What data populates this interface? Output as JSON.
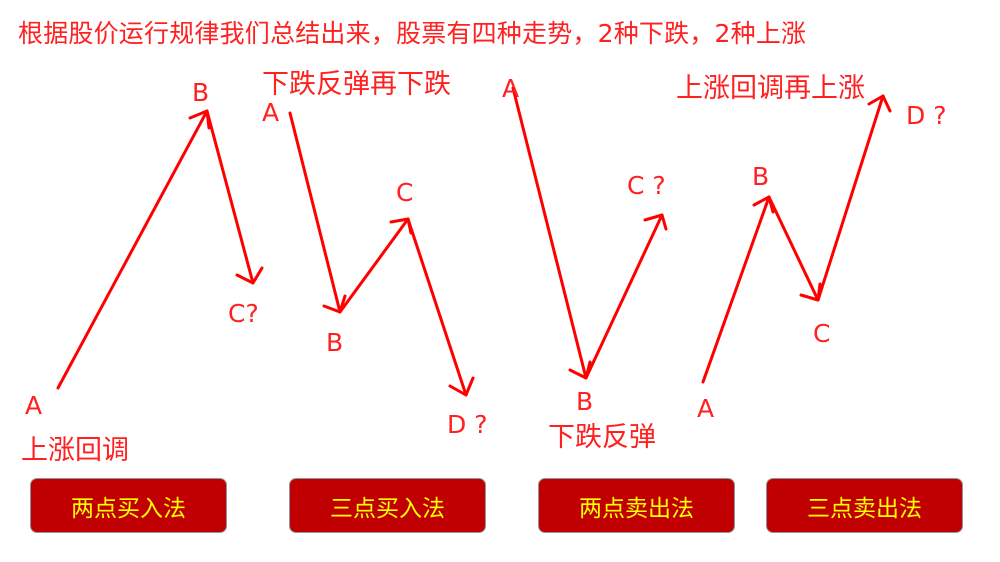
{
  "header": {
    "title": "根据股价运行规律我们总结出来，股票有四种走势，2种下跌，2种上涨"
  },
  "colors": {
    "text_red": "#ff2020",
    "stroke_red": "#ff0000",
    "button_fill": "#c00000",
    "button_text": "#ffff00"
  },
  "patterns": [
    {
      "id": "rise-pullback",
      "caption": "上涨回调",
      "points": [
        {
          "label": "A"
        },
        {
          "label": "B"
        },
        {
          "label": "C?"
        }
      ]
    },
    {
      "id": "fall-rebound-fall",
      "caption": "下跌反弹再下跌",
      "points": [
        {
          "label": "A"
        },
        {
          "label": "B"
        },
        {
          "label": "C"
        },
        {
          "label": "D ?"
        }
      ]
    },
    {
      "id": "fall-rebound",
      "caption": "下跌反弹",
      "points": [
        {
          "label": "A"
        },
        {
          "label": "B"
        },
        {
          "label": "C ?"
        }
      ]
    },
    {
      "id": "rise-pullback-rise",
      "caption": "上涨回调再上涨",
      "points": [
        {
          "label": "A"
        },
        {
          "label": "B"
        },
        {
          "label": "C"
        },
        {
          "label": "D ?"
        }
      ]
    }
  ],
  "buttons": [
    {
      "label": "两点买入法"
    },
    {
      "label": "三点买入法"
    },
    {
      "label": "两点卖出法"
    },
    {
      "label": "三点卖出法"
    }
  ]
}
